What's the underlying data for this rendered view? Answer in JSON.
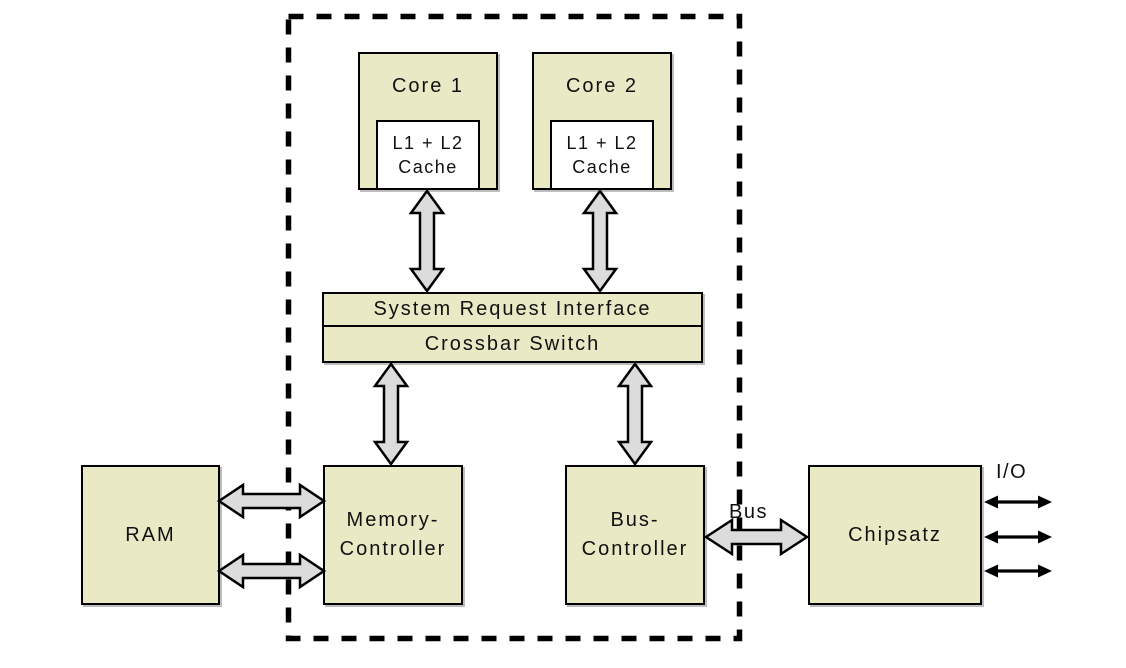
{
  "colors": {
    "background": "#ffffff",
    "box_fill": "#e9e9c6",
    "box_border": "#000000",
    "cache_fill": "#ffffff",
    "arrow_fill": "#dcdcdc",
    "arrow_outline": "#000000",
    "thin_arrow": "#000000",
    "boundary": "#000000"
  },
  "blocks": {
    "core1": {
      "label": "Core 1",
      "cache_line1": "L1 + L2",
      "cache_line2": "Cache"
    },
    "core2": {
      "label": "Core 2",
      "cache_line1": "L1 + L2",
      "cache_line2": "Cache"
    },
    "system_request_interface": {
      "label": "System Request Interface"
    },
    "crossbar_switch": {
      "label": "Crossbar Switch"
    },
    "ram": {
      "label": "RAM"
    },
    "memory_controller": {
      "line1": "Memory-",
      "line2": "Controller"
    },
    "bus_controller": {
      "line1": "Bus-",
      "line2": "Controller"
    },
    "chipsatz": {
      "label": "Chipsatz"
    }
  },
  "labels": {
    "bus": "Bus",
    "io": "I/O"
  },
  "connections": [
    {
      "from": "core1-cache",
      "to": "system-request-interface",
      "style": "block-double-arrow"
    },
    {
      "from": "core2-cache",
      "to": "system-request-interface",
      "style": "block-double-arrow"
    },
    {
      "from": "crossbar-switch",
      "to": "memory-controller",
      "style": "block-double-arrow"
    },
    {
      "from": "crossbar-switch",
      "to": "bus-controller",
      "style": "block-double-arrow"
    },
    {
      "from": "ram",
      "to": "memory-controller",
      "style": "block-double-arrow",
      "count": 2
    },
    {
      "from": "bus-controller",
      "to": "chipsatz",
      "style": "block-double-arrow",
      "label": "Bus"
    },
    {
      "from": "chipsatz",
      "to": "io",
      "style": "thin-double-arrow",
      "count": 3
    }
  ]
}
